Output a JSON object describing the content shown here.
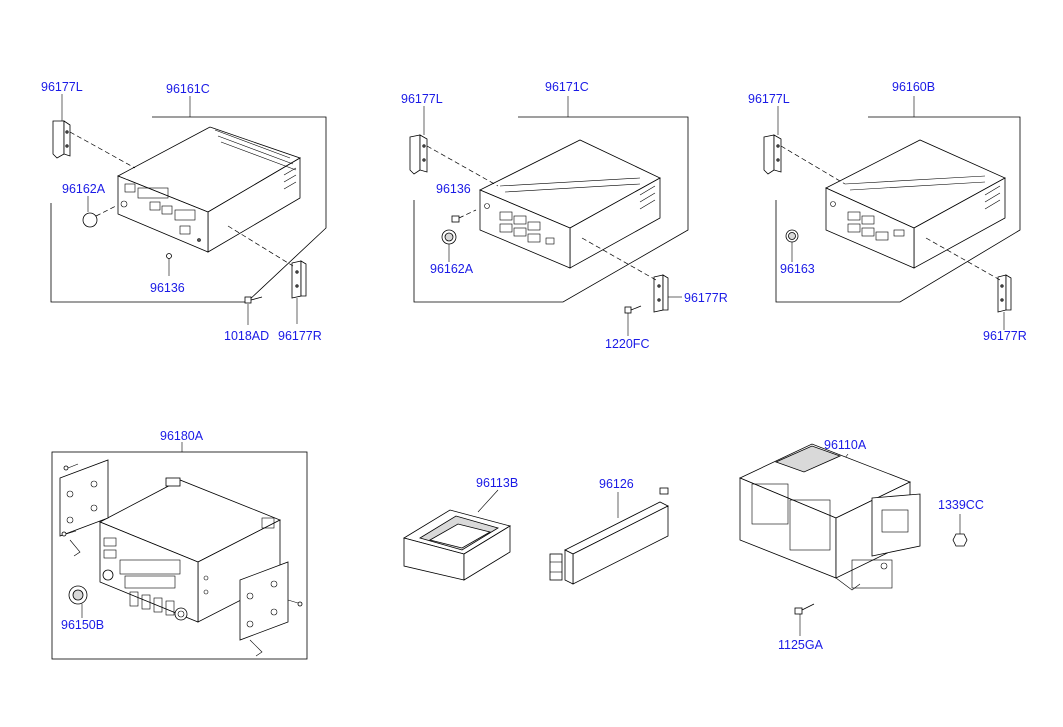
{
  "labels": {
    "p96177L_a": "96177L",
    "p96161C": "96161C",
    "p96162A_a": "96162A",
    "p96136_a": "96136",
    "p1018AD": "1018AD",
    "p96177R_a": "96177R",
    "p96177L_b": "96177L",
    "p96171C": "96171C",
    "p96136_b": "96136",
    "p96162A_b": "96162A",
    "p96177R_b": "96177R",
    "p1220FC": "1220FC",
    "p96177L_c": "96177L",
    "p96160B": "96160B",
    "p96163": "96163",
    "p96177R_c": "96177R",
    "p96180A": "96180A",
    "p96150B": "96150B",
    "p96113B": "96113B",
    "p96126": "96126",
    "p96110A": "96110A",
    "p1339CC": "1339CC",
    "p1125GA": "1125GA"
  },
  "colors": {
    "callout": "#1a1ae6",
    "linework": "#000000",
    "background": "#ffffff"
  }
}
